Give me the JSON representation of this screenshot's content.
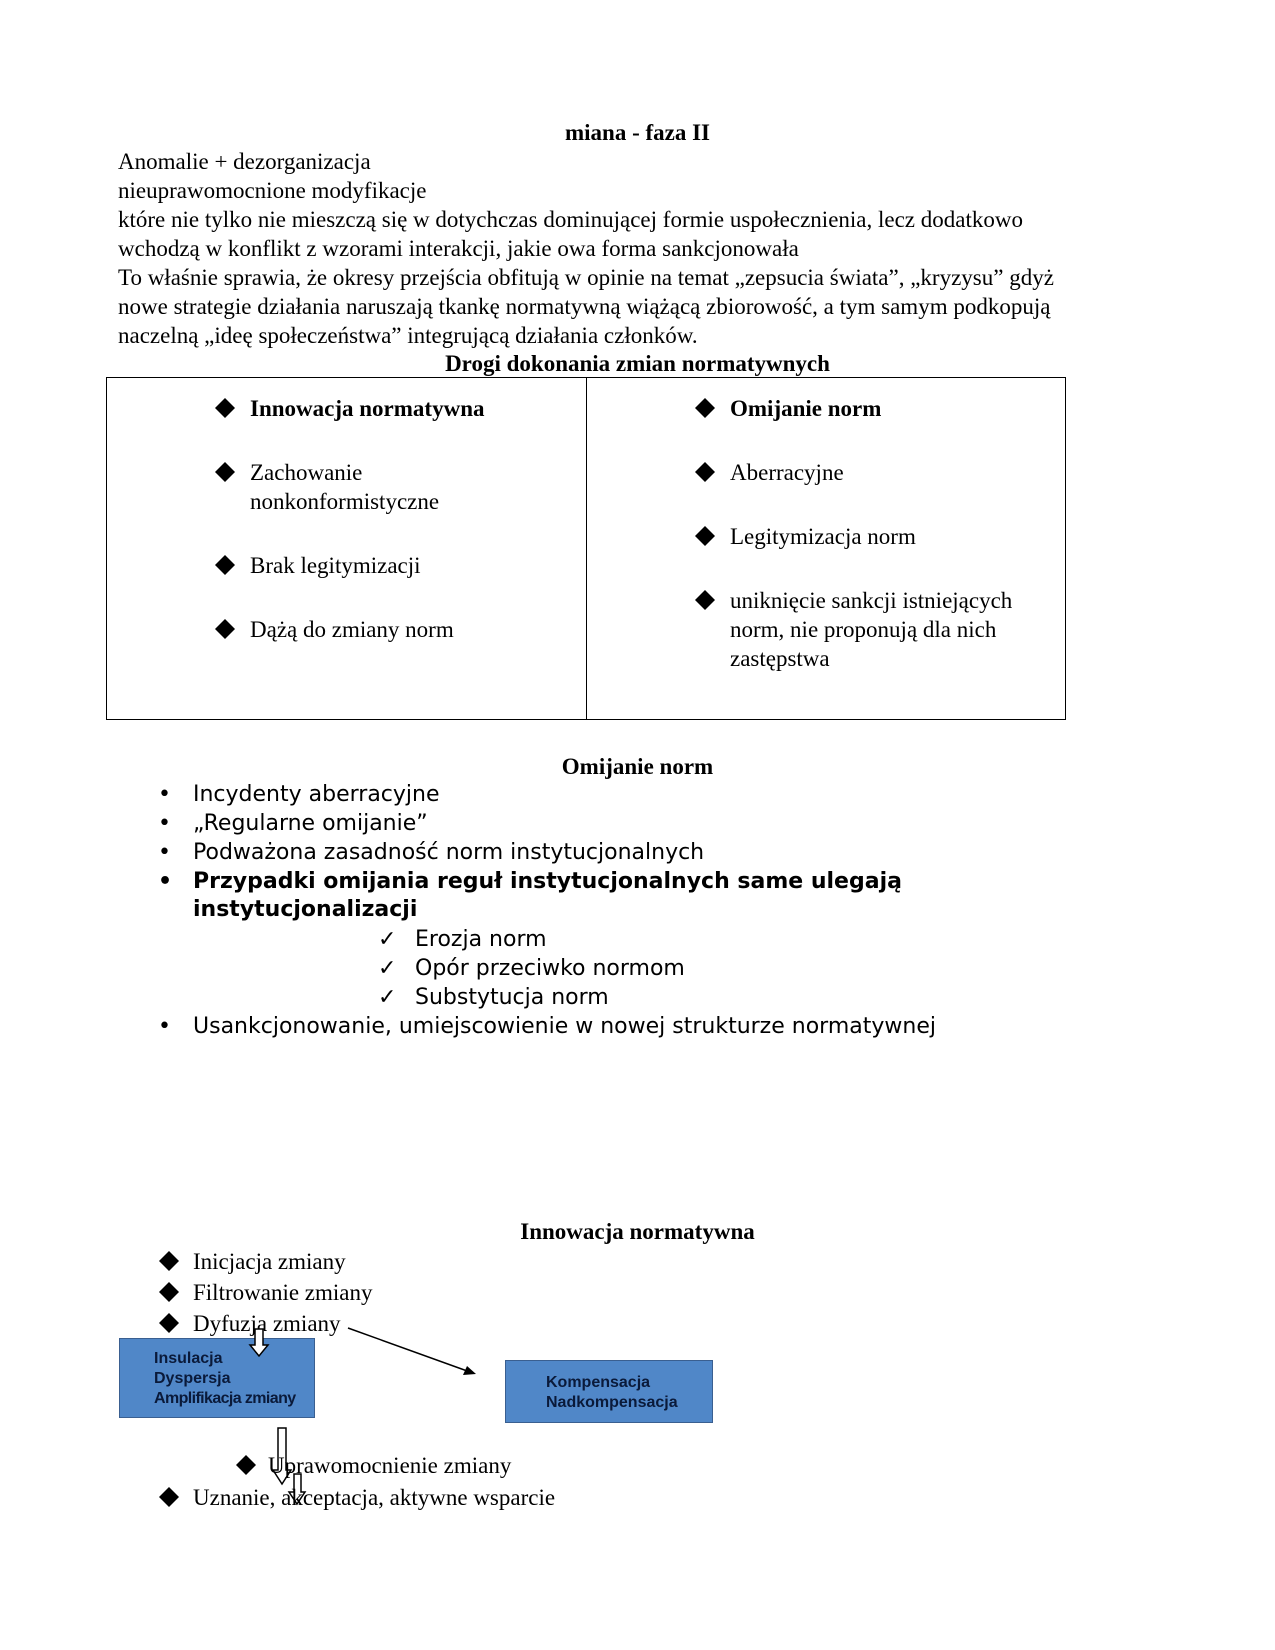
{
  "header": {
    "title": "miana - faza II"
  },
  "intro": {
    "lines": [
      "Anomalie + dezorganizacja",
      "nieuprawomocnione modyfikacje",
      "które nie tylko nie mieszczą się w dotychczas dominującej formie uspołecznienia, lecz dodatkowo",
      "wchodzą w konflikt z wzorami interakcji, jakie owa forma sankcjonowała",
      "To właśnie sprawia, że okresy przejścia obfitują w opinie na temat „zepsucia świata”, „kryzysu” gdyż",
      "nowe strategie działania naruszają tkankę normatywną wiążącą zbiorowość, a tym samym podkopują",
      "naczelną „ideę społeczeństwa” integrującą działania członków."
    ]
  },
  "table": {
    "title": "Drogi dokonania zmian normatywnych",
    "left": {
      "heading": "Innowacja normatywna",
      "items": [
        "Zachowanie",
        "nonkonformistyczne",
        "Brak legitymizacji",
        "Dążą do zmiany norm"
      ]
    },
    "right": {
      "heading": "Omijanie norm",
      "items": [
        "Aberracyjne",
        "Legitymizacja norm",
        "uniknięcie sankcji istniejących",
        "norm, nie proponują dla nich",
        "zastępstwa"
      ]
    }
  },
  "omijanie": {
    "title": "Omijanie norm",
    "bullets": [
      "Incydenty aberracyjne",
      "„Regularne omijanie”",
      "Podważona zasadność norm instytucjonalnych",
      "Przypadki omijania reguł instytucjonalnych same ulegają",
      "instytucjonalizacji",
      "Usankcjonowanie, umiejscowienie w nowej strukturze normatywnej"
    ],
    "checks": [
      "Erozja norm",
      "Opór przeciwko normom",
      "Substytucja norm"
    ],
    "bullet_glyph": "•",
    "check_glyph": "✓"
  },
  "innowacja": {
    "title": "Innowacja normatywna",
    "items": [
      "Inicjacja zmiany",
      "Filtrowanie zmiany",
      "Dyfuzja zmiany",
      "Uprawomocnienie zmiany",
      "Uznanie, akceptacja, aktywne wsparcie"
    ],
    "box_left": [
      "Insulacja",
      "Dyspersja",
      "Amplifikacja zmiany"
    ],
    "box_right": [
      "Kompensacja",
      "Nadkompensacja"
    ],
    "box_color": "#5087c8"
  }
}
